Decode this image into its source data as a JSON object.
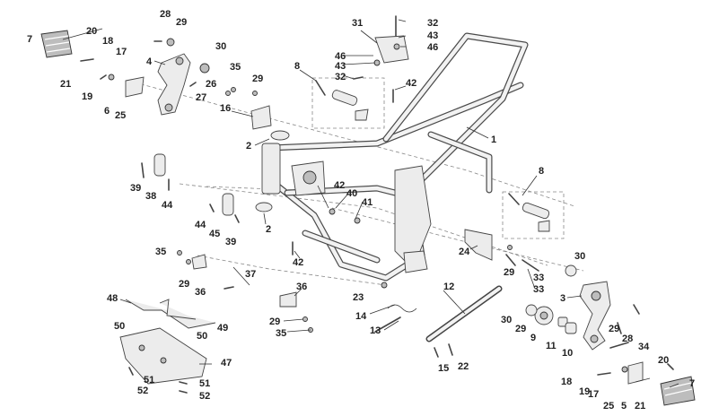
{
  "diagram": {
    "callouts": [
      "1",
      "2",
      "3",
      "4",
      "5",
      "6",
      "7",
      "8",
      "9",
      "10",
      "11",
      "12",
      "13",
      "14",
      "15",
      "16",
      "17",
      "18",
      "19",
      "20",
      "21",
      "22",
      "23",
      "24",
      "25",
      "26",
      "27",
      "28",
      "29",
      "30",
      "31",
      "32",
      "33",
      "34",
      "35",
      "36",
      "37",
      "38",
      "39",
      "40",
      "41",
      "42",
      "43",
      "44",
      "45",
      "46",
      "47",
      "48",
      "49",
      "50",
      "51",
      "52"
    ]
  },
  "colors": {
    "line": "#444444",
    "fill": "#ececec",
    "background": "#ffffff"
  }
}
